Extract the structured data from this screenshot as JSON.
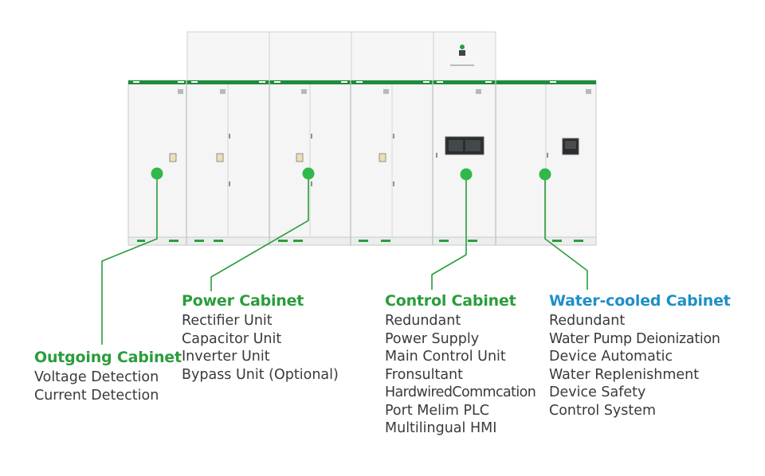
{
  "colors": {
    "green": "#2a9d3c",
    "green_dot": "#30b84a",
    "blue": "#1f8fc6",
    "cabinet_face": "#f4f5f4",
    "cabinet_edge": "#c7cac8",
    "top_strip": "#1e8c3c",
    "body_text": "#3a3a3a"
  },
  "top_logo_icon": "logo-badge-icon",
  "cabinets": [
    {
      "id": "outgoing",
      "title": "Outgoing Cabinet",
      "title_color": "#2a9d3c",
      "items": [
        "Voltage Detection",
        "Current Detection"
      ]
    },
    {
      "id": "power",
      "title": "Power Cabinet",
      "title_color": "#2a9d3c",
      "items": [
        "Rectifier Unit",
        "Capacitor Unit",
        "Inverter Unit",
        "Bypass Unit (Optional)"
      ]
    },
    {
      "id": "control",
      "title": "Control Cabinet",
      "title_color": "#2a9d3c",
      "items": [
        "Redundant",
        "Power Supply",
        "Main Control Unit",
        "Fronsultant",
        "HardwiredCommcation",
        "Port Melim PLC",
        "Multilingual HMI"
      ]
    },
    {
      "id": "water",
      "title": "Water-cooled Cabinet",
      "title_color": "#1f8fc6",
      "items": [
        "Redundant",
        "Water Pump Deionization",
        "Device Automatic",
        "Water Replenishment",
        "Device Safety",
        "Control System"
      ]
    }
  ]
}
